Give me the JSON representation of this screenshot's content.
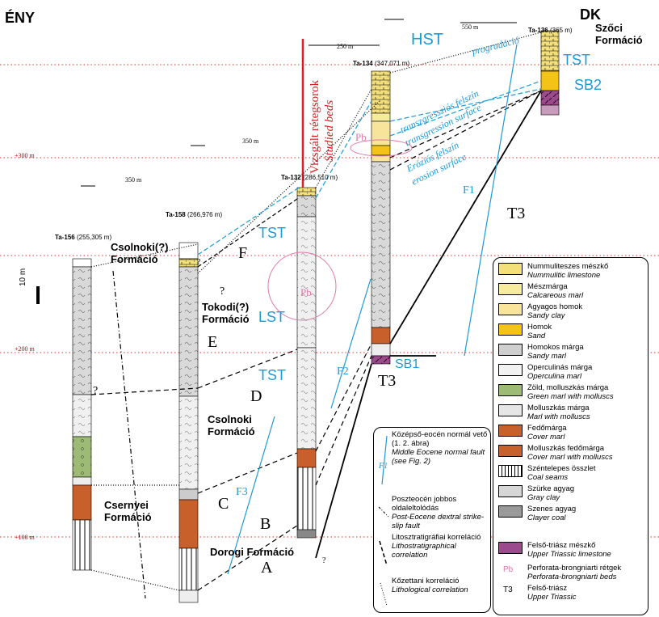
{
  "corners": {
    "nw": "ÉNY",
    "se": "DK"
  },
  "szoci": "Szőci\nFormáció",
  "wells": [
    {
      "id": "Ta-156",
      "elev": "(255,305 m)"
    },
    {
      "id": "Ta-158",
      "elev": "(266,976 m)"
    },
    {
      "id": "Ta-132",
      "elev": "(286,510 m)"
    },
    {
      "id": "Ta-134",
      "elev": "(347,071 m)"
    },
    {
      "id": "Ta-136",
      "elev": "(365 m)"
    }
  ],
  "distances": [
    "350 m",
    "350 m",
    "250 m",
    "550 m"
  ],
  "depth_marks": [
    "+300 m",
    "+200 m",
    "+100 m"
  ],
  "scale_label": "10 m",
  "studied": {
    "hu": "Vizsgált rétegsorok",
    "en": "Studied beds"
  },
  "formations": {
    "csolnoki_q": "Csolnoki(?)\nFormáció",
    "tokodi": "Tokodi(?)\nFormáció",
    "csolnoki": "Csolnoki\nFormáció",
    "csernyei": "Csernyei\nFormáció",
    "dorogi": "Dorogi Formáció"
  },
  "units": [
    "F",
    "E",
    "D",
    "C",
    "B",
    "A"
  ],
  "seq": {
    "hst": "HST",
    "tst": "TST",
    "lst": "LST",
    "sb1": "SB1",
    "sb2": "SB2"
  },
  "faults": {
    "f1": "F1",
    "f2": "F2",
    "f3": "F3",
    "t3": "T3"
  },
  "pb": "Pb",
  "question": "?",
  "surfaces": {
    "prog": "progradáció",
    "transgr_hu": "transzgressziós felszín",
    "transgr_en": "transgression surface",
    "eros_hu": "Eróziós felszín",
    "eros_en": "erosion surface"
  },
  "legend": [
    {
      "hu": "Nummuliteszes mészkő",
      "en": "Nummulitic limestone",
      "color": "#f3e07a"
    },
    {
      "hu": "Mészmárga",
      "en": "Calcareous marl",
      "color": "#f7ec9c"
    },
    {
      "hu": "Agyagos homok",
      "en": "Sandy clay",
      "color": "#f8e49a"
    },
    {
      "hu": "Homok",
      "en": "Sand",
      "color": "#f3c316"
    },
    {
      "hu": "Homokos márga",
      "en": "Sandy marl",
      "color": "#cfcfcf"
    },
    {
      "hu": "Operculinás márga",
      "en": "Operculina marl",
      "color": "#f2f2f2"
    },
    {
      "hu": "Zöld, molluszkás márga",
      "en": "Green marl with molluscs",
      "color": "#9dbb74"
    },
    {
      "hu": "Molluszkás márga",
      "en": "Marl with molluscs",
      "color": "#e6e6e6"
    },
    {
      "hu": "Fedőmárga",
      "en": "Cover marl",
      "color": "#c8602c"
    },
    {
      "hu": "Molluszkás fedőmárga",
      "en": "Cover marl with molluscs",
      "color": "#c8602c"
    },
    {
      "hu": "Széntelepes összlet",
      "en": "Coal seams",
      "color": "#ffffff"
    },
    {
      "hu": "Szürke agyag",
      "en": "Gray clay",
      "color": "#d6d6d6"
    },
    {
      "hu": "Szenes agyag",
      "en": "Clayer coal",
      "color": "#9a9a9a"
    },
    {
      "hu": "Felső-triász mészkő",
      "en": "Upper Triassic limestone",
      "color": "#9b4a8c"
    },
    {
      "sym": "Pb",
      "hu": "Perforata-brongniarti rétgek",
      "en": "Perforata-brongniarti beds"
    },
    {
      "sym": "T3",
      "hu": "Felső-triász",
      "en": "Upper Triassic"
    }
  ],
  "fault_legend": [
    {
      "hu": "Középső-eocén normál vető (1. 2. ábra)",
      "en": "Middle Eocene normal fault (see Fig. 2)",
      "sym": "F1"
    },
    {
      "hu": "Poszteocén jobbos oldaleltolódás",
      "en": "Post-Eocene dextral strike-slip fault"
    },
    {
      "hu": "Litosztratigráfiai korreláció",
      "en": "Lithostratigraphical correlation"
    },
    {
      "hu": "Kőzettani korreláció",
      "en": "Lithological correlation"
    }
  ]
}
